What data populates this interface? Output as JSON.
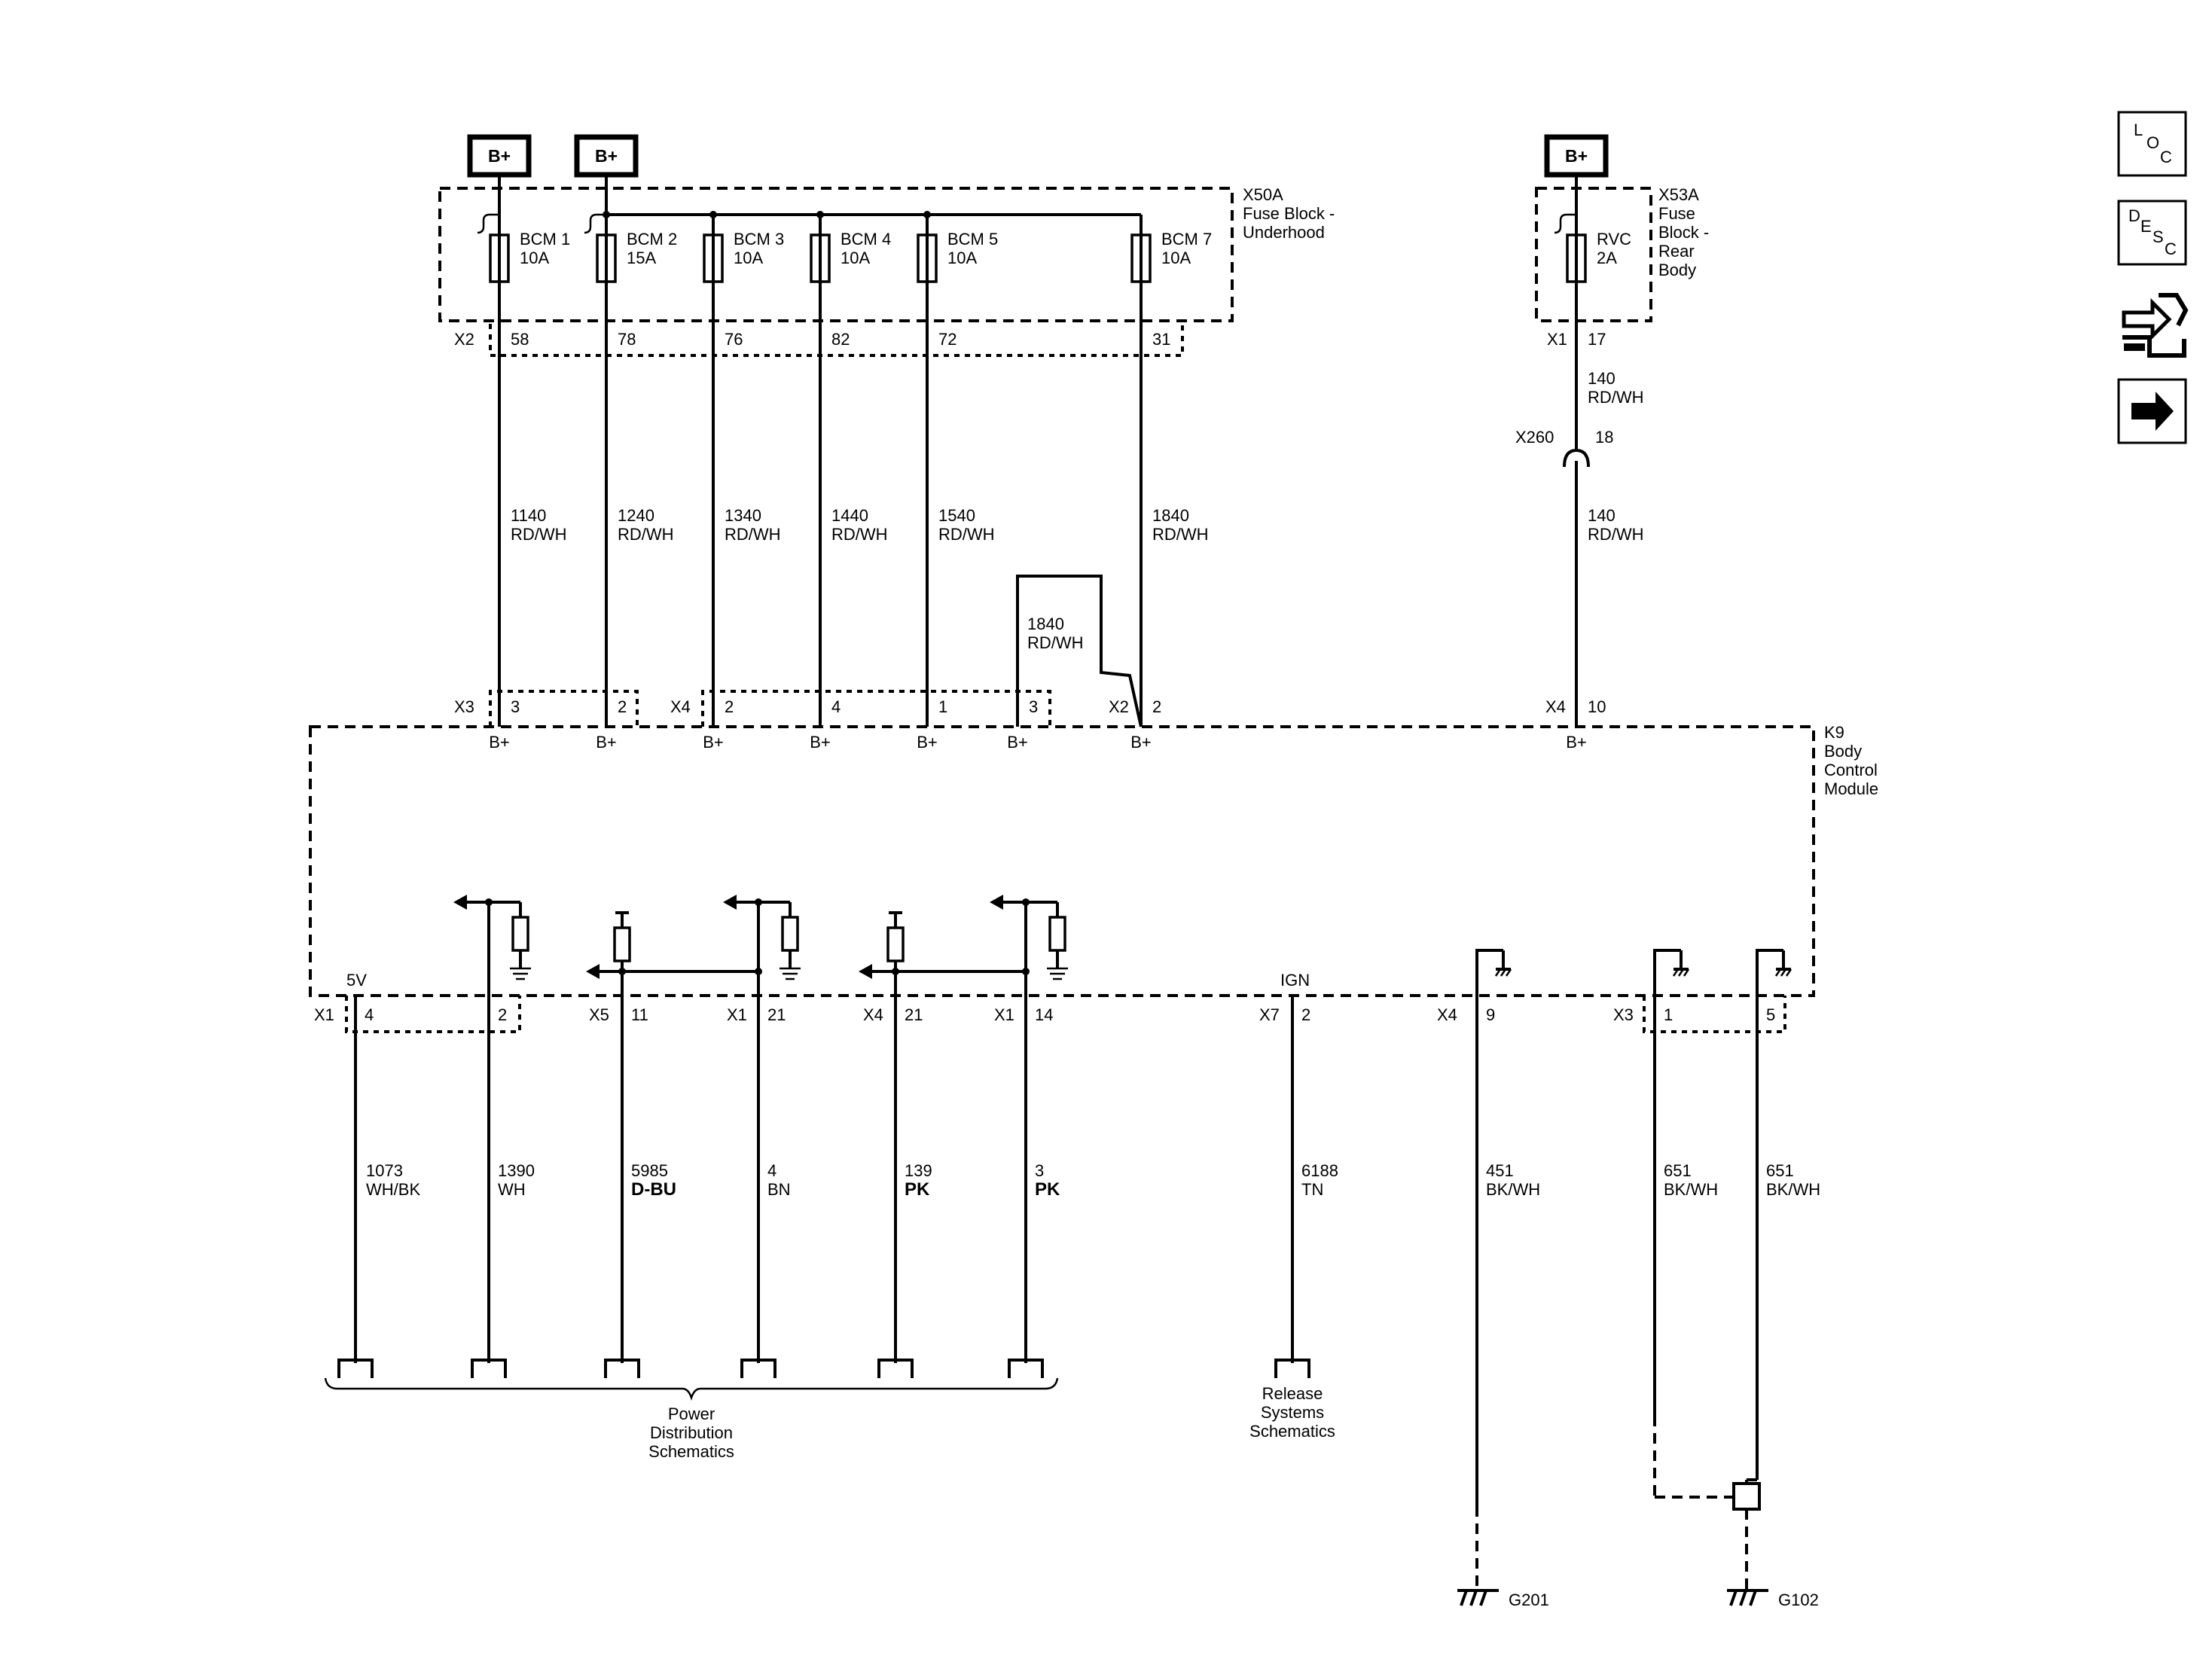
{
  "power_sources": [
    "B+",
    "B+",
    "B+"
  ],
  "fuse_block_underhood": {
    "id": "X50A",
    "name_line1": "Fuse Block -",
    "name_line2": "Underhood",
    "connector": "X2",
    "fuses": [
      {
        "name": "BCM 1",
        "rating": "10A",
        "pin": "58",
        "circuit": "1140",
        "color": "RD/WH"
      },
      {
        "name": "BCM 2",
        "rating": "15A",
        "pin": "78",
        "circuit": "1240",
        "color": "RD/WH"
      },
      {
        "name": "BCM 3",
        "rating": "10A",
        "pin": "76",
        "circuit": "1340",
        "color": "RD/WH"
      },
      {
        "name": "BCM 4",
        "rating": "10A",
        "pin": "82",
        "circuit": "1440",
        "color": "RD/WH"
      },
      {
        "name": "BCM 5",
        "rating": "10A",
        "pin": "72",
        "circuit": "1540",
        "color": "RD/WH"
      },
      {
        "name": "BCM 7",
        "rating": "10A",
        "pin": "31",
        "circuit": "1840",
        "color": "RD/WH"
      }
    ]
  },
  "fuse_block_rear": {
    "id": "X53A",
    "name_lines": [
      "Fuse",
      "Block -",
      "Rear",
      "Body"
    ],
    "connector": "X1",
    "fuse": {
      "name": "RVC",
      "rating": "2A",
      "pin": "17"
    },
    "circuit_upper": {
      "number": "140",
      "color": "RD/WH"
    },
    "inline_connector": {
      "id": "X260",
      "pin": "18"
    },
    "circuit_lower": {
      "number": "140",
      "color": "RD/WH"
    }
  },
  "jumper_circuit": {
    "number": "1840",
    "color": "RD/WH"
  },
  "bcm": {
    "id": "K9",
    "name_lines": [
      "Body",
      "Control",
      "Module"
    ],
    "inputs": [
      {
        "connector": "X3",
        "pin": "3",
        "label": "B+"
      },
      {
        "connector": "",
        "pin": "2",
        "label": "B+"
      },
      {
        "connector": "X4",
        "pin": "2",
        "label": "B+"
      },
      {
        "connector": "",
        "pin": "4",
        "label": "B+"
      },
      {
        "connector": "",
        "pin": "1",
        "label": "B+"
      },
      {
        "connector": "",
        "pin": "3",
        "label": "B+"
      },
      {
        "connector": "X2",
        "pin": "2",
        "label": "B+"
      },
      {
        "connector": "X4",
        "pin": "10",
        "label": "B+"
      }
    ],
    "internal_labels": {
      "five_volt": "5V",
      "ignition": "IGN"
    },
    "outputs": [
      {
        "connector": "X1",
        "pin": "4",
        "circuit": "1073",
        "color": "WH/BK"
      },
      {
        "connector": "",
        "pin": "2",
        "circuit": "1390",
        "color": "WH"
      },
      {
        "connector": "X5",
        "pin": "11",
        "circuit": "5985",
        "color": "D-BU"
      },
      {
        "connector": "X1",
        "pin": "21",
        "circuit": "4",
        "color": "BN"
      },
      {
        "connector": "X4",
        "pin": "21",
        "circuit": "139",
        "color": "PK"
      },
      {
        "connector": "X1",
        "pin": "14",
        "circuit": "3",
        "color": "PK"
      },
      {
        "connector": "X7",
        "pin": "2",
        "circuit": "6188",
        "color": "TN"
      },
      {
        "connector": "X4",
        "pin": "9",
        "circuit": "451",
        "color": "BK/WH"
      },
      {
        "connector": "X3",
        "pin": "1",
        "circuit": "651",
        "color": "BK/WH"
      },
      {
        "connector": "",
        "pin": "5",
        "circuit": "651",
        "color": "BK/WH"
      }
    ]
  },
  "references": {
    "power_distribution": [
      "Power",
      "Distribution",
      "Schematics"
    ],
    "release_systems": [
      "Release",
      "Systems",
      "Schematics"
    ]
  },
  "grounds": [
    "G201",
    "G102"
  ],
  "nav_buttons": {
    "loc": [
      "L",
      "O",
      "C"
    ],
    "desc": [
      "D",
      "E",
      "S",
      "C"
    ]
  },
  "icons": [
    "connector-end-view-icon",
    "next-page-arrow-icon"
  ]
}
